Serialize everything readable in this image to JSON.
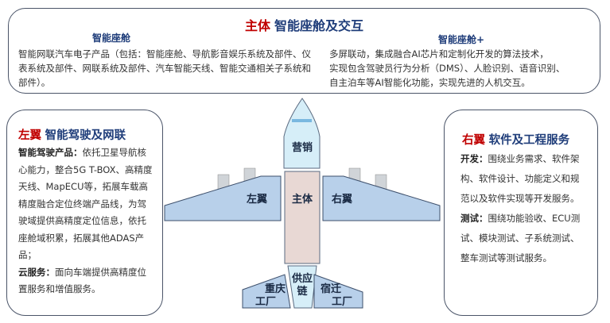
{
  "top": {
    "title_red": "主体",
    "title_blue": "智能座舱及交互",
    "left_sub": "智能座舱",
    "left_text": "智能网联汽车电子产品（包括：智能座舱、导航影音娱乐系统及部件、仪表系统及部件、网联系统及部件、汽车智能天线、智能交通相关子系统和部件）。",
    "right_sub": "智能座舱+",
    "right_lines": [
      "多屏联动，集成融合AI芯片和定制化开发的算法技术，",
      "实现包含驾驶员行为分析（DMS）、人脸识别、语音识别、",
      "自主泊车等AI智能化功能，实现先进的人机交互。"
    ]
  },
  "left": {
    "title_red": "左翼",
    "title_blue": "智能驾驶及网联",
    "p1_label": "智能驾驶产品：",
    "p1_text": "依托卫星导航核心能力，整合5G T-BOX、高精度天线、MapECU等，拓展车载高精度融合定位终端产品线，为驾驶域提供高精度定位信息，依托座舱域积累，拓展其他ADAS产品；",
    "p2_label": "云服务：",
    "p2_text": "面向车端提供高精度位置服务和增值服务。"
  },
  "right": {
    "title_red": "右翼",
    "title_blue": "软件及工程服务",
    "p1_label": "开发：",
    "p1_text": "围绕业务需求、软件架构、软件设计、功能定义和规范以及软件实现等开发服务。",
    "p2_label": "测试：",
    "p2_text": "围绕功能验收、ECU测试、模块测试、子系统测试、整车测试等测试服务。"
  },
  "plane": {
    "nose": "营销",
    "body": "主体",
    "left_wing": "左翼",
    "right_wing": "右翼",
    "tail_center_1": "供应",
    "tail_center_2": "链",
    "tail_left_1": "重庆",
    "tail_left_2": "工厂",
    "tail_right_1": "宿迁",
    "tail_right_2": "工厂"
  },
  "colors": {
    "red": "#c00000",
    "blue": "#1f3d7a",
    "wing": "#b8d0ea",
    "nose": "#d6eef8",
    "body": "#e8d8d4"
  }
}
